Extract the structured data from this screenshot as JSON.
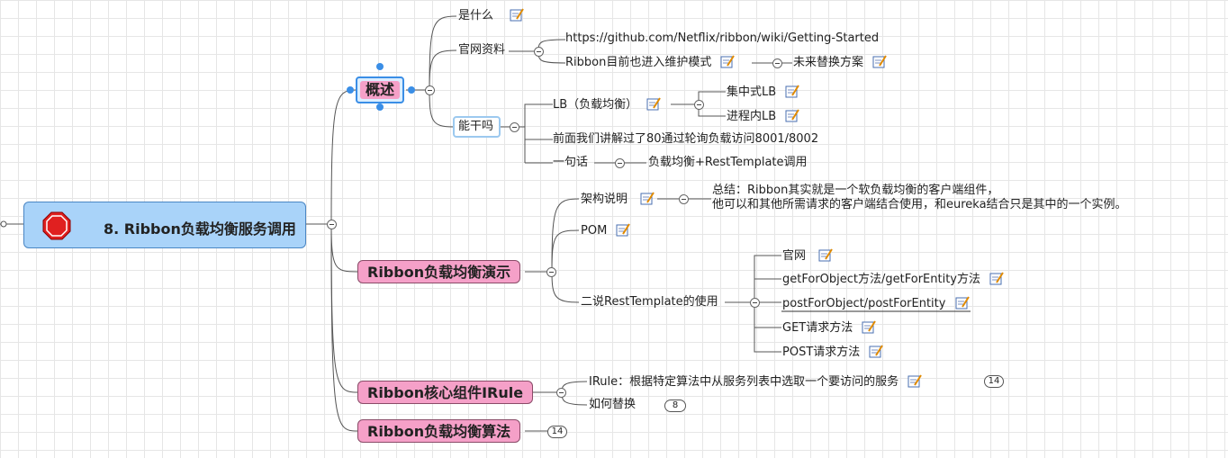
{
  "root": {
    "label": "8. Ribbon负载均衡服务调用",
    "icon": "stop-sign-icon"
  },
  "overview": {
    "label": "概述",
    "what": "是什么",
    "official": {
      "label": "官网资料",
      "url": "https://github.com/Netflix/ribbon/wiki/Getting-Started",
      "maintenance": "Ribbon目前也进入维护模式",
      "future": "未来替换方案"
    },
    "cando": {
      "label": "能干吗",
      "lb": "LB（负载均衡）",
      "central": "集中式LB",
      "inprocess": "进程内LB",
      "prev": "前面我们讲解过了80通过轮询负载访问8001/8002",
      "sentence": "一句话",
      "summary": "负载均衡+RestTemplate调用"
    }
  },
  "demo": {
    "label": "Ribbon负载均衡演示",
    "arch": "架构说明",
    "arch_note_1": "总结：Ribbon其实就是一个软负载均衡的客户端组件，",
    "arch_note_2": "他可以和其他所需请求的客户端结合使用，和eureka结合只是其中的一个实例。",
    "pom": "POM",
    "rest": {
      "label": "二说RestTemplate的使用",
      "items": [
        "官网",
        "getForObject方法/getForEntity方法",
        "postForObject/postForEntity",
        "GET请求方法",
        "POST请求方法"
      ]
    }
  },
  "irule": {
    "label": "Ribbon核心组件IRule",
    "desc": "IRule：根据特定算法中从服务列表中选取一个要访问的服务",
    "desc_badge": "14",
    "replace": "如何替换",
    "replace_badge": "8"
  },
  "algo": {
    "label": "Ribbon负载均衡算法",
    "badge": "14"
  },
  "colors": {
    "topic_pink": "#f5a0c8",
    "root_blue": "#a9d3f9",
    "selection_blue": "#3a8ee6"
  }
}
